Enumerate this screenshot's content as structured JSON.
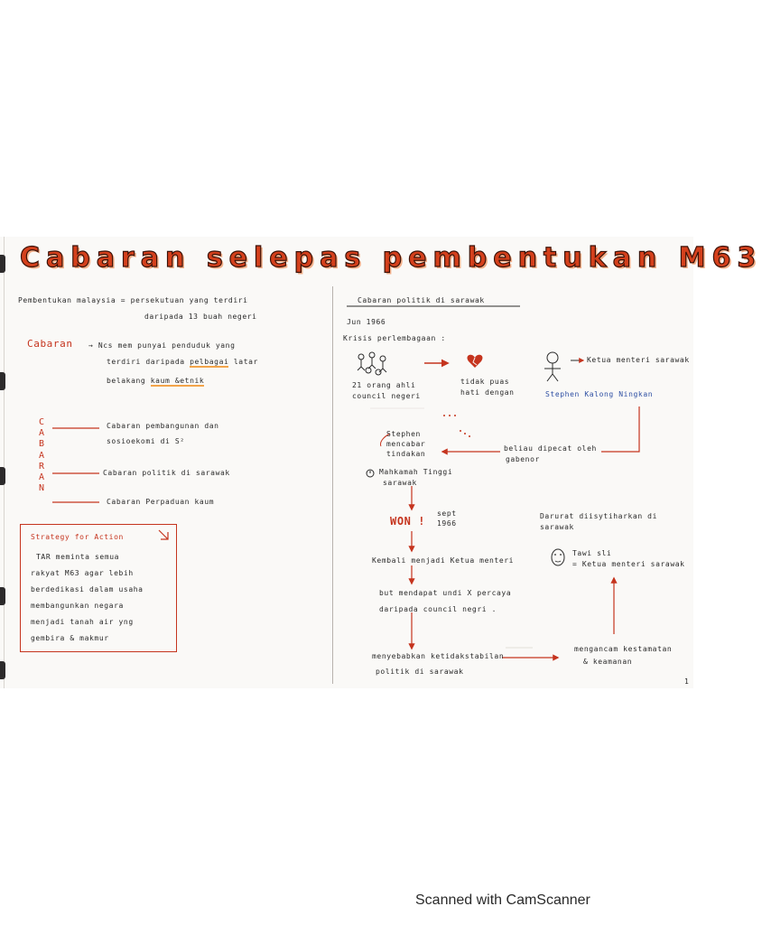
{
  "title": "Cabaran selepas pembentukan M63",
  "left": {
    "intro_line1": "Pembentukan   malaysia   = persekutuan  yang  terdiri",
    "intro_line2": "daripada   13  buah  negeri",
    "cabaran_label": "Cabaran",
    "cab_line1": "→ Ncs    mem punyai  penduduk   yang",
    "cab_line2_a": "terdiri    daripada",
    "cab_line2_b": "pelbagai",
    "cab_line2_c": "latar",
    "cab_line3_a": "belakang",
    "cab_line3_b": "kaum  &etnik",
    "vertical_word": "CABARAN",
    "item1_line1": "Cabaran  pembangunan   dan",
    "item1_line2": "sosioekomi  di   S²",
    "item2": "Cabaran    politik    di   sarawak",
    "item3": "Cabaran    Perpaduan   kaum",
    "strategy_title": "Strategy  for  Action",
    "strategy_lines": [
      "TAR    meminta  semua",
      "rakyat   M63  agar  lebih",
      "berdedikasi   dalam  usaha",
      "membangunkan   negara",
      "menjadi  tanah  air  yng",
      "gembira  &  makmur"
    ]
  },
  "right": {
    "heading": "Cabaran   politik   di   sarawak",
    "date": "Jun  1966",
    "krisis": "Krisis   perlembagaan  :",
    "council_line1": "21  orang  ahli",
    "council_line2": "council  negeri",
    "tidak_line1": "tidak   puas",
    "tidak_line2": "hati  dengan",
    "ketua_label": "Ketua  menteri  sarawak",
    "stephen_name": "Stephen   Kalong   Ningkan",
    "stephen_line1": "Stephen",
    "stephen_line2": "mencabar",
    "stephen_line3": "tindakan",
    "dipecat_line1": "beliau  dipecat  oleh",
    "dipecat_line2": "gabenor",
    "mahkamah_line1": "Mahkamah  Tinggi",
    "mahkamah_line2": "sarawak",
    "won": "WON !",
    "sept_line1": "sept",
    "sept_line2": "1966",
    "darurat_line1": "Darurat  diisytiharkan  di",
    "darurat_line2": "sarawak",
    "tawi_line1": "Tawi  sli",
    "tawi_line2": "= Ketua  menteri  sarawak",
    "kembali": "Kembali  menjadi  Ketua  menteri",
    "but_line1": "but     mendapat  undi   X  percaya",
    "but_line2": "daripada     council   negri .",
    "menyebabkan_line1": "menyebabkan  ketidakstabilan",
    "menyebabkan_line2": "politik  di  sarawak",
    "mengancam_line1": "mengancam   kestamatan",
    "mengancam_line2": "& keamanan",
    "page_num": "1"
  },
  "footer": "Scanned with CamScanner",
  "colors": {
    "ink": "#2a2a2a",
    "red": "#c5341e",
    "title_fill": "#d4401c",
    "highlight": "#f2a44a",
    "paper": "#faf9f7"
  }
}
